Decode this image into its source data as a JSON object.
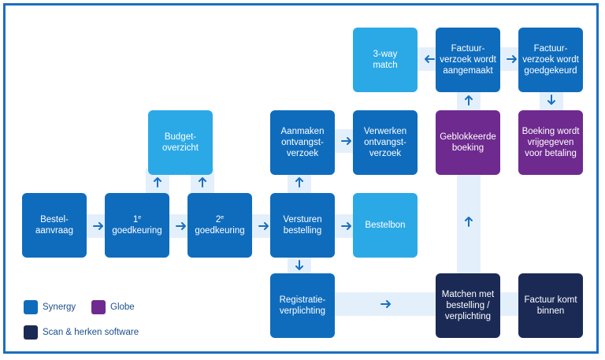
{
  "colors": {
    "synergy": "#0f6cbd",
    "light": "#2ba9e6",
    "globe": "#6e2a8e",
    "scan": "#1b2a55",
    "connector": "#e3f0fb",
    "arrow": "#1a6fc0",
    "frame": "#1a6fc0"
  },
  "boxes": {
    "bestelaanvraag": "Bestel-\naanvraag",
    "goedkeuring1_num": "1",
    "goedkeuring1_sup": "e",
    "goedkeuring1_word": "goedkeuring",
    "goedkeuring2_num": "2",
    "goedkeuring2_sup": "e",
    "goedkeuring2_word": "goedkeuring",
    "budgetoverzicht": "Budget-\noverzicht",
    "aanmaken": "Aanmaken\nontvangst-\nverzoek",
    "verwerken": "Verwerken\nontvangst-\nverzoek",
    "versturen": "Versturen\nbestelling",
    "bestelbon": "Bestelbon",
    "registratie": "Registratie-\nverplichting",
    "threeway": "3-way\nmatch",
    "factuurAangemaakt": "Factuur-\nverzoek wordt\naangemaakt",
    "factuurGoedgekeurd": "Factuur-\nverzoek wordt\ngoedgekeurd",
    "geblokkeerde": "Geblokkeerde\nboeking",
    "boekingVrij": "Boeking wordt\nvrijgegeven\nvoor betaling",
    "matchen": "Matchen met\nbestelling /\nverplichting",
    "factuurKomt": "Factuur komt\nbinnen"
  },
  "legend": {
    "synergy": "Synergy",
    "globe": "Globe",
    "scan": "Scan & herken software"
  }
}
